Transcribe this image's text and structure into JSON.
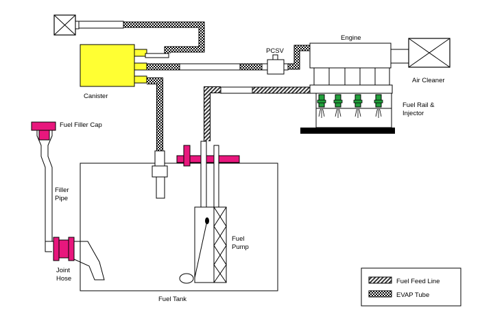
{
  "labels": {
    "engine": "Engine",
    "pcsv": "PCSV",
    "air_cleaner": "Air Cleaner",
    "canister": "Canister",
    "fuel_rail_line1": "Fuel Rail &",
    "fuel_rail_line2": "Injector",
    "fuel_filler_cap": "Fuel Filler Cap",
    "filler_pipe_line1": "Filler",
    "filler_pipe_line2": "Pipe",
    "joint_hose_line1": "Joint",
    "joint_hose_line2": "Hose",
    "fuel_pump_line1": "Fuel",
    "fuel_pump_line2": "Pump",
    "fuel_tank": "Fuel Tank"
  },
  "legend": {
    "fuel_feed_line": "Fuel Feed Line",
    "evap_tube": "EVAP Tube"
  },
  "colors": {
    "canister": "#ffff33",
    "filler_cap": "#e8177d",
    "injector": "#22a03c",
    "line": "#000000"
  }
}
